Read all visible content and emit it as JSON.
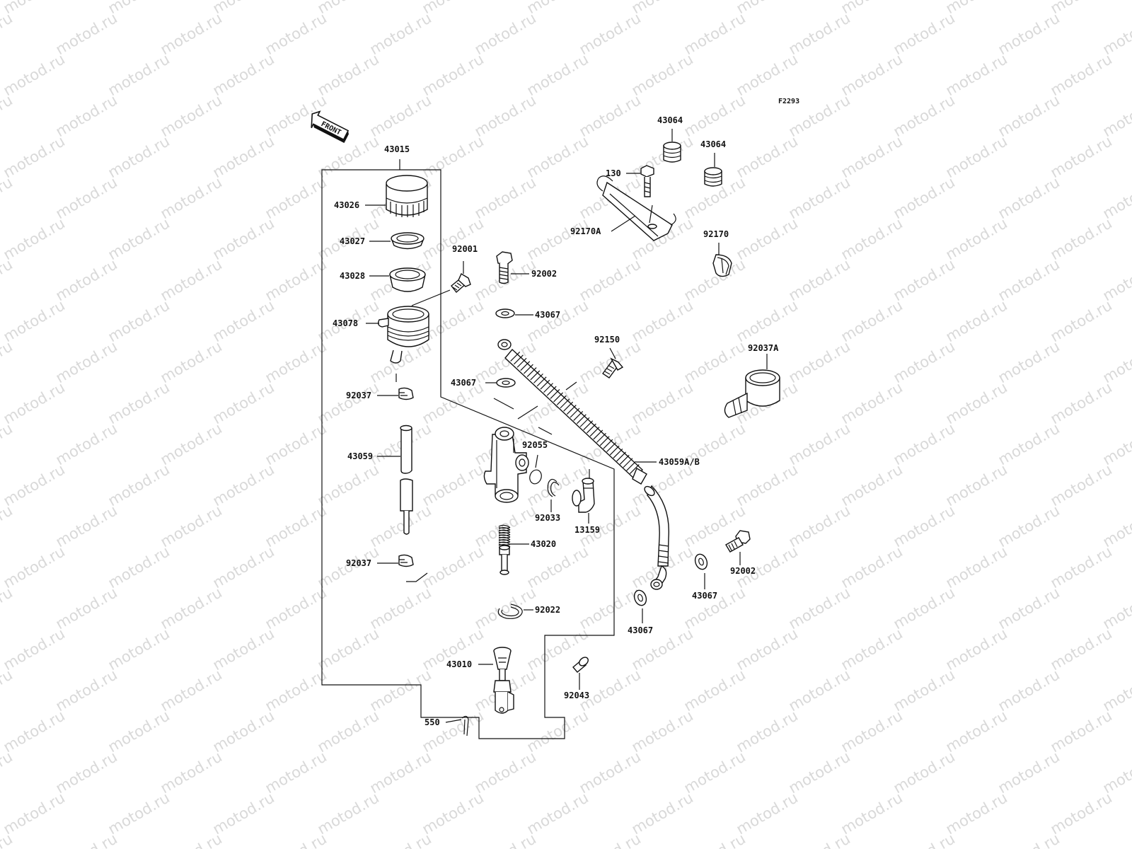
{
  "watermark": "motod.ru",
  "diagram_code": "F2293",
  "front_label": "FRONT",
  "parts": {
    "p43015": "43015",
    "p43026": "43026",
    "p43027": "43027",
    "p43028": "43028",
    "p43078": "43078",
    "p92037a": "92037",
    "p43059": "43059",
    "p92037b": "92037",
    "p92001": "92001",
    "p92002a": "92002",
    "p43067a": "43067",
    "p43067b": "43067",
    "p92150": "92150",
    "p43059ab": "43059A/B",
    "p92055": "92055",
    "p92033": "92033",
    "p13159": "13159",
    "p43020": "43020",
    "p92022": "92022",
    "p43010": "43010",
    "p92043": "92043",
    "p550": "550",
    "p43064a": "43064",
    "p43064b": "43064",
    "p130": "130",
    "p92170A": "92170A",
    "p92170": "92170",
    "p92037A": "92037A",
    "p92002b": "92002",
    "p43067c": "43067",
    "p43067d": "43067"
  }
}
